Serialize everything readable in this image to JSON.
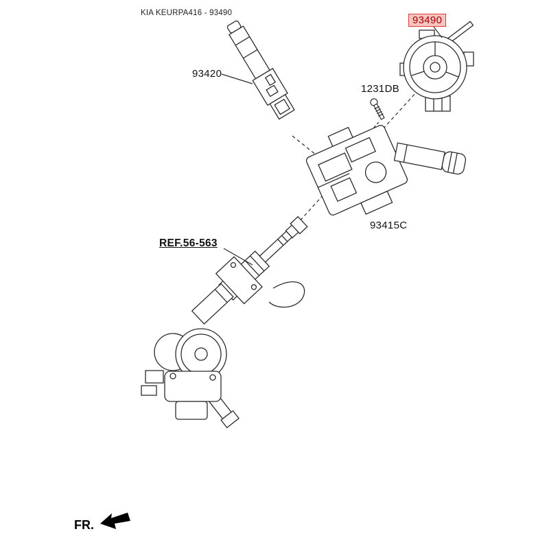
{
  "header": {
    "catalog_code": "KIA KEURPA416 - 93490"
  },
  "parts": {
    "stalk_switch": {
      "label": "93420"
    },
    "screw": {
      "label": "1231DB"
    },
    "clock_spring": {
      "label": "93490",
      "highlighted": true
    },
    "wiper_switch": {
      "label": "93415C"
    },
    "steering_column": {
      "label": "REF.56-563"
    }
  },
  "footer": {
    "front_label": "FR."
  },
  "colors": {
    "line": "#2b2b2b",
    "text": "#111111",
    "highlight_border": "#e03c31",
    "highlight_bg": "#f6c5c1",
    "highlight_text": "#a50000"
  }
}
